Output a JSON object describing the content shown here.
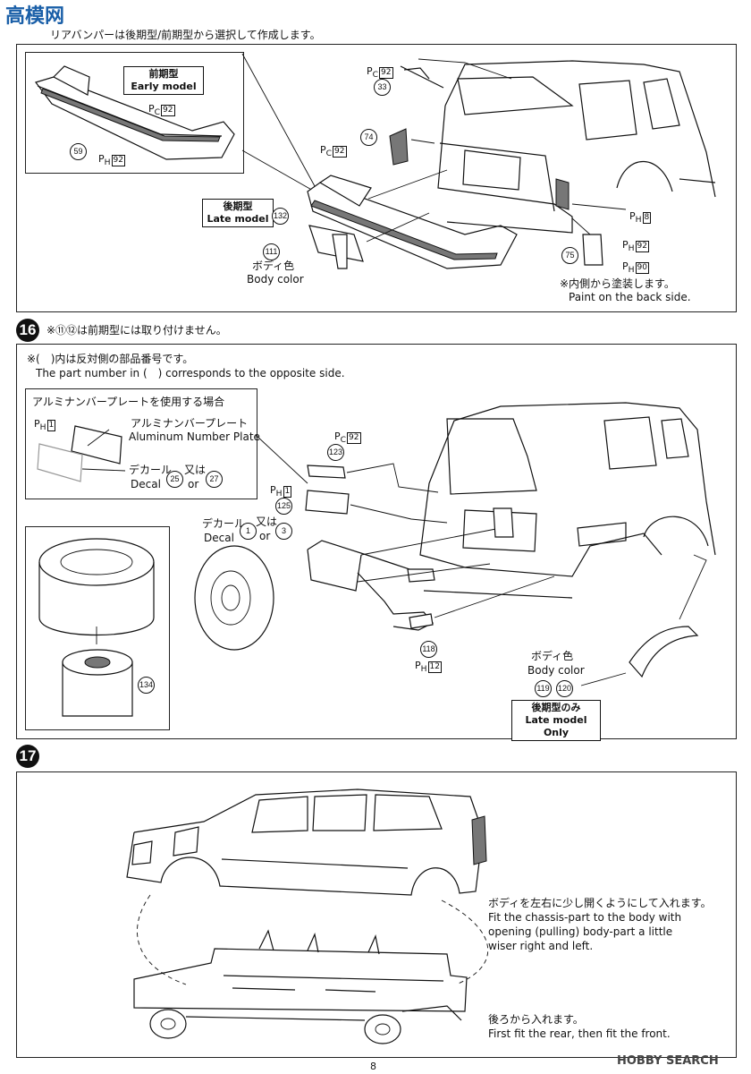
{
  "watermark_top": "高模网",
  "watermark_bottom": "HOBBY SEARCH",
  "page_number": "8",
  "step15": {
    "title": "リアバンパーは後期型/前期型から選択して作成します。",
    "early_label_jp": "前期型",
    "early_label_en": "Early model",
    "late_label_jp": "後期型",
    "late_label_en": "Late model",
    "part_59": "59",
    "part_132": "132",
    "part_111": "111",
    "part_33": "33",
    "part_74": "74",
    "part_75": "75",
    "pc": "P",
    "pc_sub": "C",
    "ph_sub": "H",
    "color_92": "92",
    "color_8": "8",
    "color_90": "90",
    "body_color_jp": "ボディ色",
    "body_color_en": "Body color",
    "note_jp": "※内側から塗装します。",
    "note_en": "Paint on the back side."
  },
  "step16": {
    "number": "16",
    "title": "※⑪⑫は前期型には取り付けません。",
    "note_jp": "※(　)内は反対側の部品番号です。",
    "note_en": "The part number in (　) corresponds to the opposite side.",
    "alu_title": "アルミナンバープレートを使用する場合",
    "alu_jp": "アルミナンバープレート",
    "alu_en": "Aluminum Number Plate",
    "decal_jp": "デカール",
    "decal_en": "Decal",
    "or_jp": "又は",
    "or_en": "or",
    "decal_a": "25",
    "decal_b": "27",
    "decal_c": "1",
    "decal_d": "3",
    "color_1": "1",
    "color_92": "92",
    "color_12": "12",
    "part_123": "123",
    "part_125": "125",
    "part_118": "118",
    "part_134": "134",
    "part_119": "119",
    "part_120": "120",
    "body_color_jp": "ボディ色",
    "body_color_en": "Body color",
    "late_only_jp": "後期型のみ",
    "late_only_en": "Late model Only"
  },
  "step17": {
    "number": "17",
    "instr1_jp": "ボディを左右に少し開くようにして入れます。",
    "instr1_en_1": "Fit the chassis-part to the body with",
    "instr1_en_2": "opening (pulling) body-part a little",
    "instr1_en_3": "wiser right and left.",
    "instr2_jp": "後ろから入れます。",
    "instr2_en": "First fit the rear, then fit the front."
  }
}
